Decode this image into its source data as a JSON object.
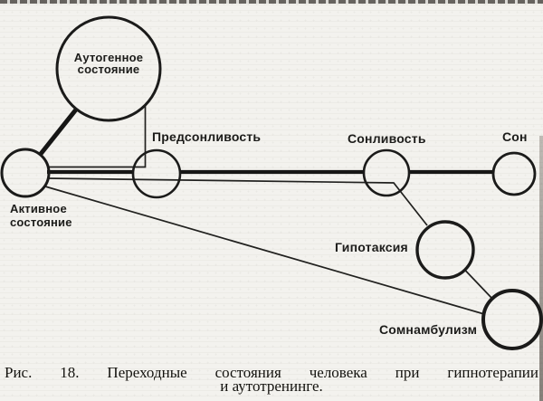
{
  "figure": {
    "caption_line1": "Рис. 18. Переходные состояния человека при гипнотерапии",
    "caption_line2": "и аутотренинге."
  },
  "diagram": {
    "nodes": {
      "autogenic": {
        "line1": "Аутогенное",
        "line2": "состояние"
      },
      "active": {
        "line1": "Активное",
        "line2": "состояние"
      },
      "predrowsiness": {
        "label": "Предсонливость"
      },
      "drowsiness": {
        "label": "Сонливость"
      },
      "sleep": {
        "label": "Сон"
      },
      "hypotaxia": {
        "label": "Гипотаксия"
      },
      "somnambulism": {
        "label": "Сомнамбулизм"
      }
    },
    "edges": [
      {
        "from": "active",
        "to": "autogenic",
        "style": "thick-diagonal"
      },
      {
        "from": "autogenic",
        "to": "active",
        "style": "thin-elbow"
      },
      {
        "from": "active",
        "to": "predrowsiness",
        "style": "thick"
      },
      {
        "from": "predrowsiness",
        "to": "drowsiness",
        "style": "thick"
      },
      {
        "from": "drowsiness",
        "to": "sleep",
        "style": "thick"
      },
      {
        "from": "active",
        "to": "hypotaxia",
        "style": "thin"
      },
      {
        "from": "hypotaxia",
        "to": "somnambulism",
        "style": "thin"
      },
      {
        "from": "active",
        "to": "somnambulism",
        "style": "thin"
      }
    ],
    "ink_color": "#1b1b1a",
    "paper_color": "#f3f2ee"
  }
}
